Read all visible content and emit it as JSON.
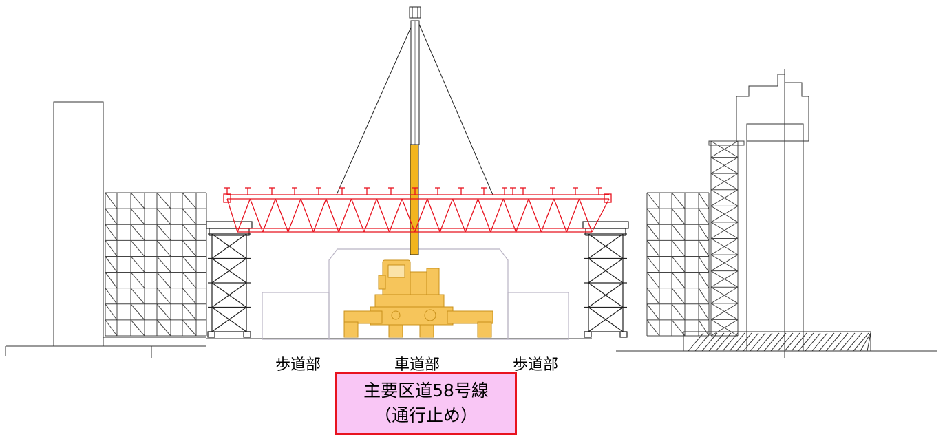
{
  "labels": {
    "left_sidewalk": "歩道部",
    "roadway": "車道部",
    "right_sidewalk": "歩道部"
  },
  "callout": {
    "line1": "主要区道58号線",
    "line2": "（通行止め）"
  },
  "colors": {
    "truss": "#e8131f",
    "crane": "#f2b51f",
    "callout_fill": "#f9c6f5",
    "callout_border": "#e8131f",
    "lines": "#222222"
  }
}
